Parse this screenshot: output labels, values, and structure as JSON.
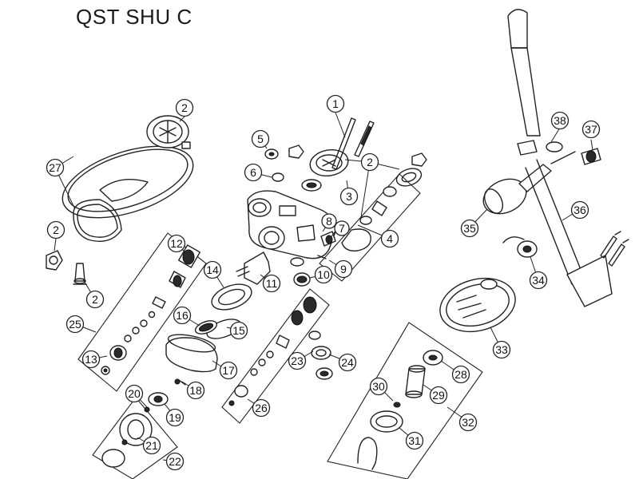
{
  "title": "QST SHU C",
  "callouts": [
    {
      "id": "c1",
      "label": "1"
    },
    {
      "id": "c2a",
      "label": "2"
    },
    {
      "id": "c2b",
      "label": "2"
    },
    {
      "id": "c2c",
      "label": "2"
    },
    {
      "id": "c2d",
      "label": "2"
    },
    {
      "id": "c3",
      "label": "3"
    },
    {
      "id": "c4",
      "label": "4"
    },
    {
      "id": "c5",
      "label": "5"
    },
    {
      "id": "c6",
      "label": "6"
    },
    {
      "id": "c7",
      "label": "7"
    },
    {
      "id": "c8",
      "label": "8"
    },
    {
      "id": "c9",
      "label": "9"
    },
    {
      "id": "c10",
      "label": "10"
    },
    {
      "id": "c11",
      "label": "11"
    },
    {
      "id": "c12",
      "label": "12"
    },
    {
      "id": "c13",
      "label": "13"
    },
    {
      "id": "c14",
      "label": "14"
    },
    {
      "id": "c15",
      "label": "15"
    },
    {
      "id": "c16",
      "label": "16"
    },
    {
      "id": "c17",
      "label": "17"
    },
    {
      "id": "c18",
      "label": "18"
    },
    {
      "id": "c19",
      "label": "19"
    },
    {
      "id": "c20",
      "label": "20"
    },
    {
      "id": "c21",
      "label": "21"
    },
    {
      "id": "c22",
      "label": "22"
    },
    {
      "id": "c23",
      "label": "23"
    },
    {
      "id": "c24",
      "label": "24"
    },
    {
      "id": "c25",
      "label": "25"
    },
    {
      "id": "c26",
      "label": "26"
    },
    {
      "id": "c27",
      "label": "27"
    },
    {
      "id": "c28",
      "label": "28"
    },
    {
      "id": "c29",
      "label": "29"
    },
    {
      "id": "c30",
      "label": "30"
    },
    {
      "id": "c31",
      "label": "31"
    },
    {
      "id": "c32",
      "label": "32"
    },
    {
      "id": "c33",
      "label": "33"
    },
    {
      "id": "c34",
      "label": "34"
    },
    {
      "id": "c35",
      "label": "35"
    },
    {
      "id": "c36",
      "label": "36"
    },
    {
      "id": "c37",
      "label": "37"
    },
    {
      "id": "c38",
      "label": "38"
    }
  ]
}
